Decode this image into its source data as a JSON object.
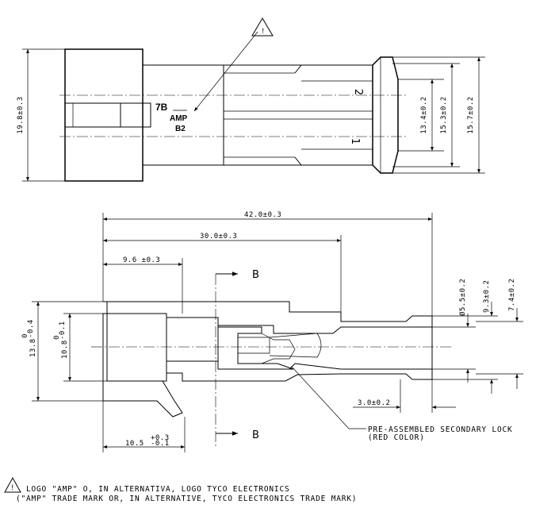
{
  "top_view": {
    "marking": {
      "code": "7B",
      "logo": "AMP",
      "variant": "B2"
    },
    "numbers": {
      "one": "1",
      "two": "2"
    },
    "callout": "!",
    "dims": {
      "left_height": "19.8±0.3",
      "d1": "13.4±0.2",
      "d2": "15.3±0.2",
      "d3": "15.7±0.2"
    }
  },
  "section_view": {
    "dims": {
      "overall": "42.0±0.3",
      "length_30": "30.0±0.3",
      "length_9_6": "9.6 ±0.3",
      "length_10_5": "10.5",
      "length_10_5_tol_upper": "+0.3",
      "length_10_5_tol_lower": "-0.1",
      "length_3": "3.0±0.2",
      "height_13_8": "13.8",
      "height_13_8_tol_upper": "0",
      "height_13_8_tol_lower": "-0.4",
      "height_10_8": "10.8",
      "height_10_8_tol_upper": "0",
      "height_10_8_tol_lower": "-0.1",
      "dia_5_5": "Ø5.5±0.2",
      "dia_9_3": "9.3±0.2",
      "dia_7_4": "7.4±0.2"
    },
    "section_label_top": "B",
    "section_label_bottom": "B",
    "callout_lock": [
      "PRE-ASSEMBLED SECONDARY LOCK",
      "(RED COLOR)"
    ]
  },
  "note": {
    "symbol": "!",
    "line1": "LOGO \"AMP\" O, IN ALTERNATIVA, LOGO TYCO ELECTRONICS",
    "line2": "(\"AMP\" TRADE MARK OR, IN ALTERNATIVE, TYCO ELECTRONICS TRADE MARK)"
  }
}
